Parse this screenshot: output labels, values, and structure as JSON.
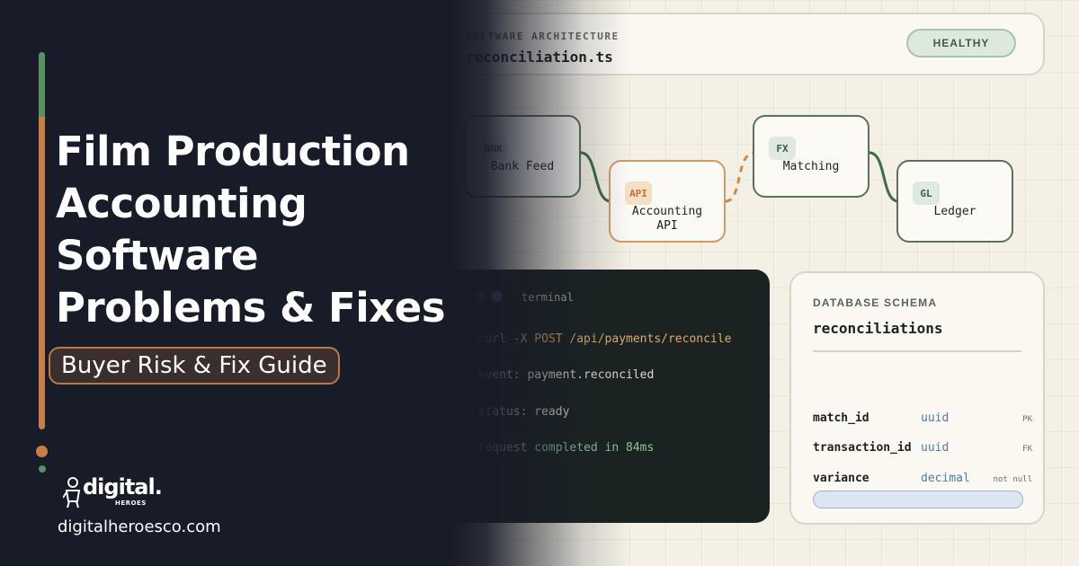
{
  "headline": {
    "lines": [
      "Film Production",
      "Accounting",
      "Software",
      "Problems & Fixes"
    ]
  },
  "subtitle": "Buyer Risk & Fix Guide",
  "brand": {
    "word": "digital.",
    "sub": "HEROES",
    "url": "digitalheroesco.com"
  },
  "architecture": {
    "eyebrow": "SOFTWARE ARCHITECTURE",
    "file": "reconciliation.ts",
    "status": "HEALTHY"
  },
  "pipeline": {
    "nodes": [
      {
        "tag": "BNK",
        "label": "Bank Feed"
      },
      {
        "tag": "API",
        "label_line1": "Accounting",
        "label_line2": "API"
      },
      {
        "tag": "FX",
        "label": "Matching"
      },
      {
        "tag": "GL",
        "label": "Ledger"
      }
    ]
  },
  "terminal": {
    "title": "terminal",
    "lines": [
      {
        "prefix": "$",
        "text": "curl -X POST /api/payments/reconcile"
      },
      {
        "prefix": "→",
        "text": "event: payment.reconciled"
      },
      {
        "prefix": "→",
        "text": "status: ready"
      },
      {
        "prefix": "✓",
        "text": "request completed in 84ms"
      }
    ]
  },
  "database": {
    "eyebrow": "DATABASE SCHEMA",
    "table": "reconciliations",
    "rows": [
      {
        "name": "match_id",
        "type": "uuid",
        "flag": "PK"
      },
      {
        "name": "transaction_id",
        "type": "uuid",
        "flag": "FK"
      },
      {
        "name": "variance",
        "type": "decimal",
        "flag": "not null"
      }
    ]
  },
  "colors": {
    "dark_bg": "#181b28",
    "accent_orange": "#c97f44",
    "accent_green": "#5a8f5f",
    "node_border": "#5b705f",
    "api_border": "#cf9a63"
  }
}
